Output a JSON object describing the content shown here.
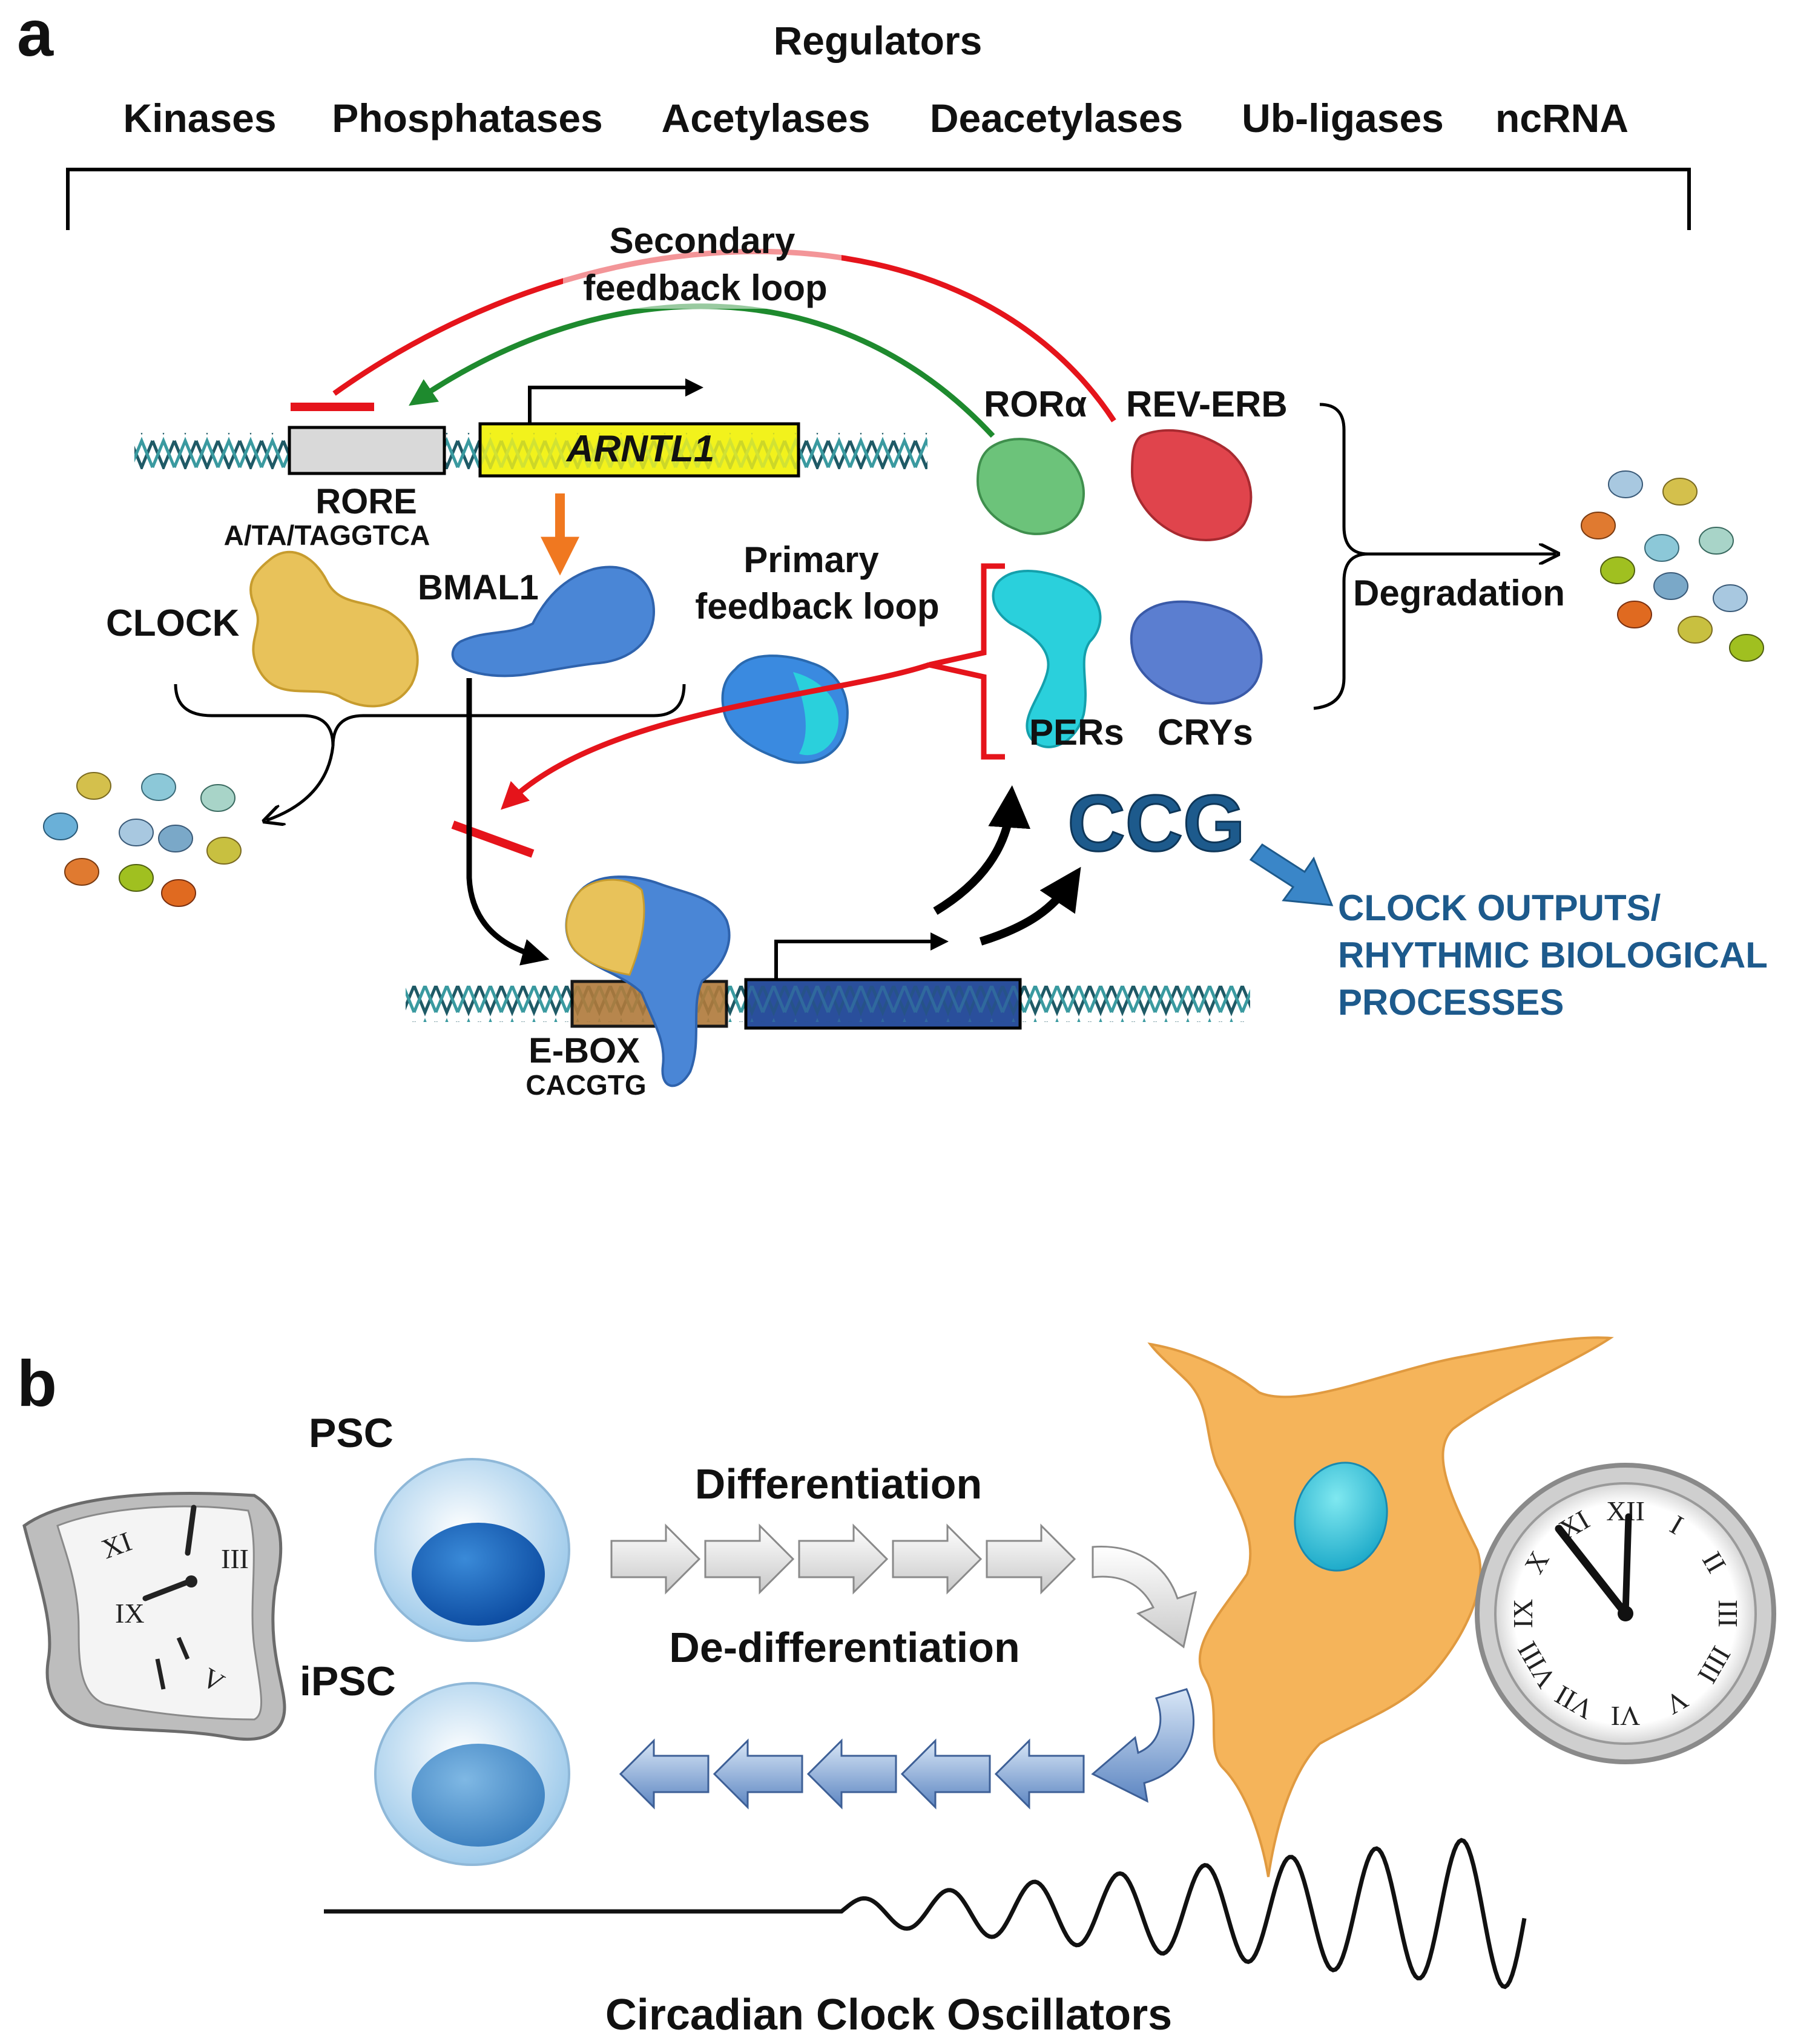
{
  "panel_a": {
    "letter": "a",
    "regulators_title": "Regulators",
    "regulators": [
      "Kinases",
      "Phosphatases",
      "Acetylases",
      "Deacetylases",
      "Ub-ligases",
      "ncRNA"
    ],
    "secondary_loop": [
      "Secondary",
      "feedback loop"
    ],
    "primary_loop": [
      "Primary",
      "feedback loop"
    ],
    "gene": "ARNTL1",
    "rore": "RORE",
    "rore_seq": "A/TA/TAGGTCA",
    "clock": "CLOCK",
    "bmal1": "BMAL1",
    "ror_alpha": "RORα",
    "rev_erb": "REV-ERB",
    "degradation": "Degradation",
    "pers": "PERs",
    "crys": "CRYs",
    "ccg": "CCG",
    "outputs": [
      "CLOCK OUTPUTS/",
      "RHYTHMIC BIOLOGICAL",
      "PROCESSES"
    ],
    "ebox": "E-BOX",
    "ebox_seq": "CACGTG"
  },
  "panel_b": {
    "letter": "b",
    "psc": "PSC",
    "ipsc": "iPSC",
    "differentiation": "Differentiation",
    "dedifferentiation": "De-differentiation",
    "oscillators": "Circadian Clock Oscillators",
    "clock_numerals": [
      "XII",
      "I",
      "II",
      "III",
      "IIII",
      "V",
      "VI",
      "VII",
      "VIII",
      "IX",
      "X",
      "XI"
    ]
  },
  "colors": {
    "inhibition": "#e5141b",
    "activation": "#1e8a2e",
    "gene_box": "#f2f21c",
    "ccg_blue": "#1d5a8c",
    "clock_protein": "#e8c25a",
    "bmal1_protein": "#4a86d6",
    "ror_protein": "#6cc37a",
    "reverb_protein": "#e0444c",
    "per_protein": "#2ad0dc",
    "cry_protein": "#5b7ed0",
    "cell": "#f5b45a"
  }
}
